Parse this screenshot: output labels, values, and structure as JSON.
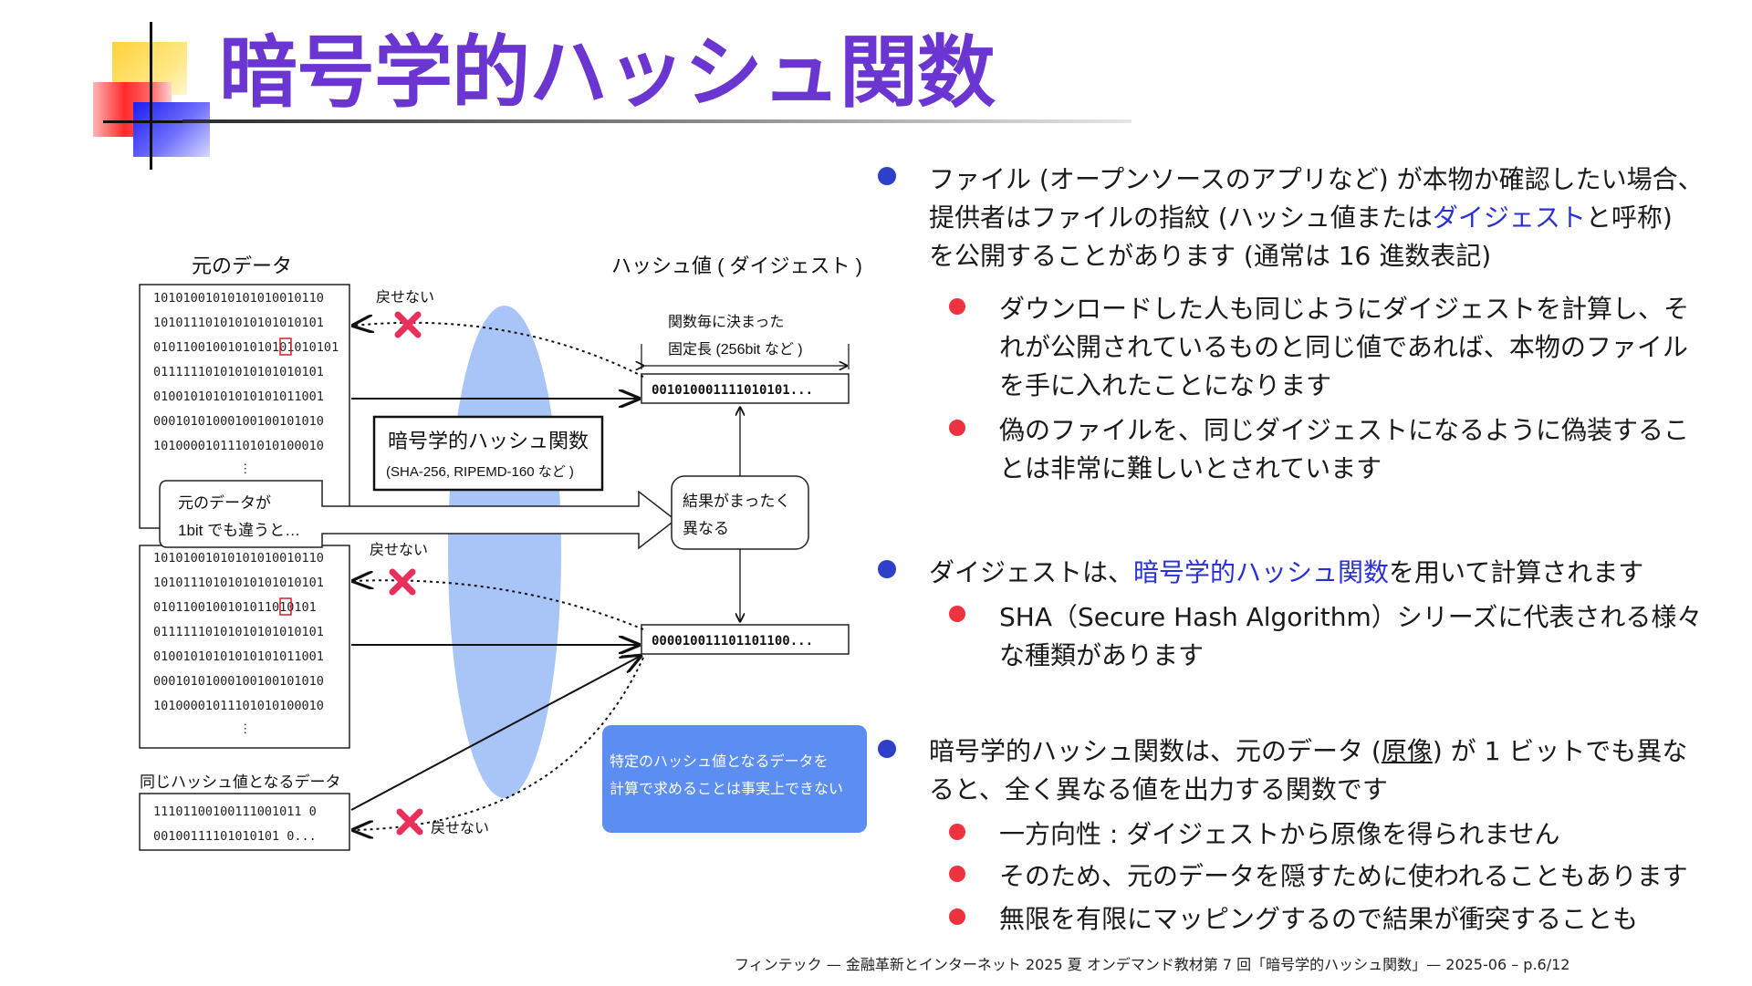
{
  "title": "暗号学的ハッシュ関数",
  "diagram": {
    "original_data_label": "元のデータ",
    "hash_value_label": "ハッシュ値 ( ダイジェスト )",
    "data_rows_1": [
      "10101001010101010010110",
      "10101110101010101010101",
      "0101100100101010101010101",
      "01111110101010101010101",
      "01001010101010101011001",
      "00010101000100100101010",
      "10100001011101010100010",
      "⋮"
    ],
    "data_rows_2": [
      "10101001010101010010110",
      "10101110101010101010101",
      "0101100100101011010101",
      "01111110101010101010101",
      "01001010101010101011001",
      "00010101000100100101010",
      "10100001011101010100010",
      "⋮"
    ],
    "flipped_bit_1": "0",
    "flipped_bit_2": "1",
    "cannot_revert": "戻せない",
    "fixed_length_line1": "関数毎に決まった",
    "fixed_length_line2": "固定長 (256bit など )",
    "hash_1": "001010001111010101...",
    "hash_2": "000010011101101100...",
    "function_box_title": "暗号学的ハッシュ関数",
    "function_box_sub": "(SHA-256, RIPEMD-160 など )",
    "diff_callout_line1": "元のデータが",
    "diff_callout_line2": "1bit でも違うと…",
    "result_line1": "結果がまったく",
    "result_line2": "異なる",
    "same_hash_label": "同じハッシュ値となるデータ",
    "same_hash_rows": [
      "11101100100111001011 0",
      "00100111101010101 0..."
    ],
    "note_line1": "特定のハッシュ値となるデータを",
    "note_line2": "計算で求めることは事実上できない"
  },
  "points": [
    {
      "line1": "ファイル (オープンソースのアプリなど) が本物か確認したい場合、",
      "line2a": "提供者はファイルの指紋 (ハッシュ値または",
      "line2_hl": "ダイジェスト",
      "line2b": "と呼称)",
      "line3": "を公開することがあります (通常は 16 進数表記)",
      "subs": [
        {
          "l1": "ダウンロードした人も同じようにダイジェストを計算し、そ",
          "l2": "れが公開されているものと同じ値であれば、本物のファイル",
          "l3": "を手に入れたことになります"
        },
        {
          "l1": "偽のファイルを、同じダイジェストになるように偽装するこ",
          "l2": "とは非常に難しいとされています"
        }
      ]
    },
    {
      "line1a": "ダイジェストは、",
      "line1_hl": "暗号学的ハッシュ関数",
      "line1b": "を用いて計算されます",
      "subs": [
        {
          "l1": "SHA（Secure Hash Algorithm）シリーズに代表される様々",
          "l2": "な種類があります"
        }
      ]
    },
    {
      "line1a": "暗号学的ハッシュ関数は、元のデータ (",
      "line1_ul": "原像",
      "line1b": ") が 1 ビットでも異な",
      "line2": "ると、全く異なる値を出力する関数です",
      "subs": [
        {
          "l1": "一方向性 : ダイジェストから原像を得られません"
        },
        {
          "l1": "そのため、元のデータを隠すために使われることもあります"
        },
        {
          "l1": "無限を有限にマッピングするので結果が衝突することも"
        }
      ]
    }
  ],
  "footer": "フィンテック — 金融革新とインターネット 2025 夏 オンデマンド教材第 7 回「暗号学的ハッシュ関数」— 2025-06 – p.6/12",
  "colors": {
    "title": "#6a35d0",
    "bullet": "#2f3fc8",
    "sub_bullet": "#ee3340",
    "highlight": "#2a30d8",
    "note_box": "#5b8ef0",
    "ellipse": "#a9c4f7",
    "cross": "#e8305a"
  }
}
